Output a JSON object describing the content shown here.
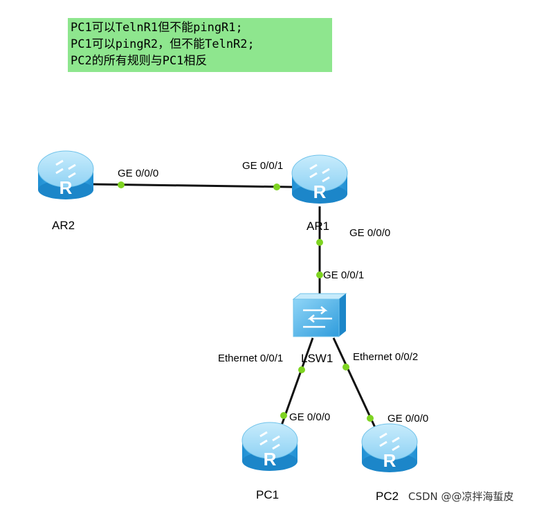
{
  "note": {
    "line1": "PC1可以TelnR1但不能pingR1;",
    "line2": "PC1可以pingR2，但不能TelnR2;",
    "line3": "PC2的所有规则与PC1相反"
  },
  "devices": {
    "ar2": "AR2",
    "ar1": "AR1",
    "lsw1": "LSW1",
    "pc1": "PC1",
    "pc2": "PC2",
    "router_glyph": "R"
  },
  "ports": {
    "ar2_g000": "GE 0/0/0",
    "ar1_g001": "GE 0/0/1",
    "ar1_g000": "GE 0/0/0",
    "lsw1_g001": "GE 0/0/1",
    "lsw1_e001": "Ethernet 0/0/1",
    "lsw1_e002": "Ethernet 0/0/2",
    "pc1_g000": "GE 0/0/0",
    "pc2_g000": "GE 0/0/0"
  },
  "watermark": "CSDN @@凉拌海蜇皮",
  "colors": {
    "note_bg": "#8ee68e",
    "router_top": "#9fdcf8",
    "router_body": "#3aa6e0",
    "link": "#111111",
    "port_dot": "#7ed321"
  }
}
